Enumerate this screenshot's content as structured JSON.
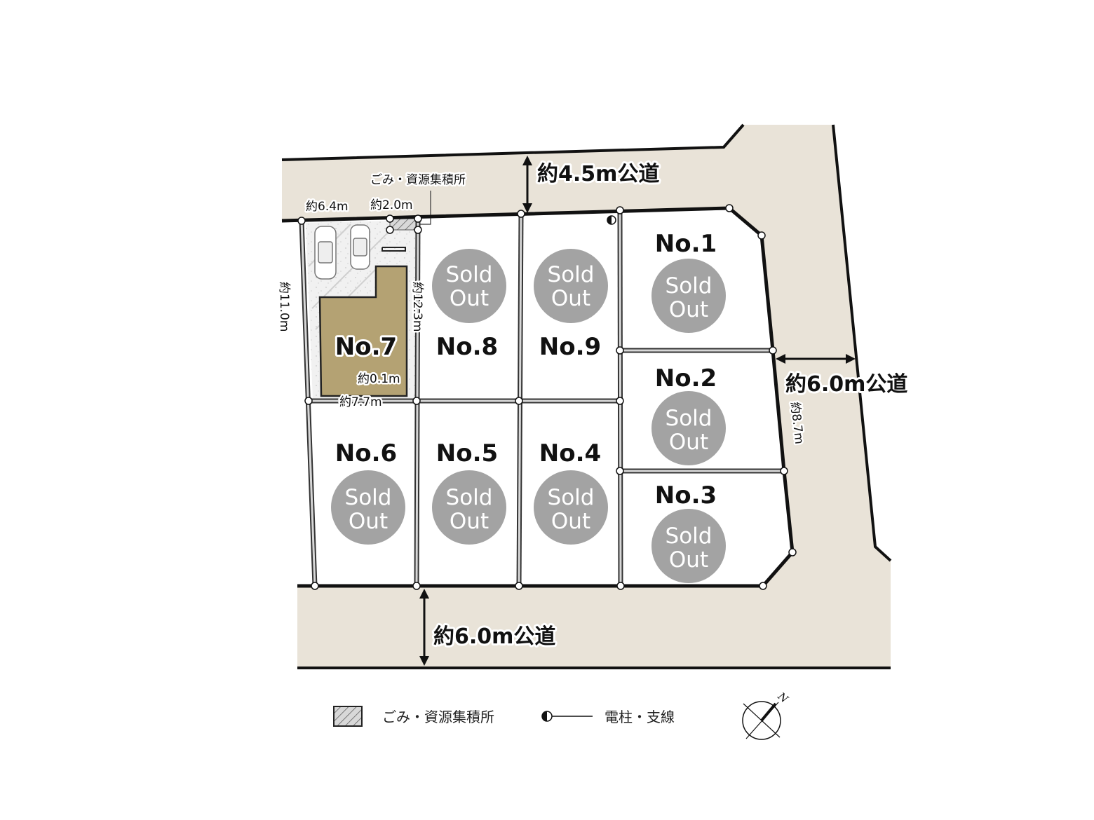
{
  "colors": {
    "road": "#e9e3d8",
    "lot": "#ffffff",
    "boundary": "#111111",
    "lot7_fill": "#b4a273",
    "sold_circle": "#a3a3a3",
    "parking": "#f2f2f2"
  },
  "roads": {
    "north": "約4.5m公道",
    "east": "約6.0m公道",
    "south": "約6.0m公道"
  },
  "lots": [
    {
      "no": "No.1",
      "status_line1": "Sold",
      "status_line2": "Out",
      "sold": true
    },
    {
      "no": "No.2",
      "status_line1": "Sold",
      "status_line2": "Out",
      "sold": true
    },
    {
      "no": "No.3",
      "status_line1": "Sold",
      "status_line2": "Out",
      "sold": true
    },
    {
      "no": "No.4",
      "status_line1": "Sold",
      "status_line2": "Out",
      "sold": true
    },
    {
      "no": "No.5",
      "status_line1": "Sold",
      "status_line2": "Out",
      "sold": true
    },
    {
      "no": "No.6",
      "status_line1": "Sold",
      "status_line2": "Out",
      "sold": true
    },
    {
      "no": "No.7",
      "sold": false
    },
    {
      "no": "No.8",
      "status_line1": "Sold",
      "status_line2": "Out",
      "sold": true
    },
    {
      "no": "No.9",
      "status_line1": "Sold",
      "status_line2": "Out",
      "sold": true
    }
  ],
  "dimensions": {
    "garbage_label": "ごみ・資源集積所",
    "north_frontage_7": "約6.4m",
    "garbage_width": "約2.0m",
    "west_depth_7": "約11.0m",
    "east_depth_7": "約12.3m",
    "setback": "約0.1m",
    "south_width_7": "約7.7m",
    "east_side_2": "約8.7m"
  },
  "legend": {
    "garbage": "ごみ・資源集積所",
    "pole": "電柱・支線",
    "north": "N"
  }
}
